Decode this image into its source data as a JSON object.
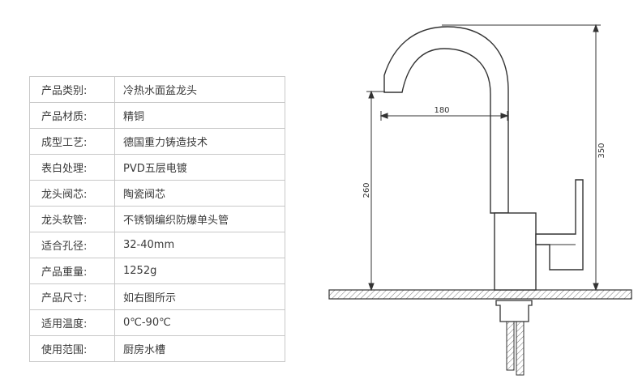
{
  "specs": [
    {
      "label": "产品类别:",
      "value": "冷热水面盆龙头"
    },
    {
      "label": "产品材质:",
      "value": "精铜"
    },
    {
      "label": "成型工艺:",
      "value": "德国重力铸造技术"
    },
    {
      "label": "表白处理:",
      "value": "PVD五层电镀"
    },
    {
      "label": "龙头阀芯:",
      "value": "陶瓷阀芯"
    },
    {
      "label": "龙头软管:",
      "value": "不锈钢编织防爆单头管"
    },
    {
      "label": "适合孔径:",
      "value": "32-40mm"
    },
    {
      "label": "产品重量:",
      "value": "1252g"
    },
    {
      "label": "产品尺寸:",
      "value": "如右图所示"
    },
    {
      "label": "适用温度:",
      "value": "0℃-90℃"
    },
    {
      "label": "使用范围:",
      "value": "厨房水槽"
    }
  ],
  "dimensions": {
    "spout_reach": "180",
    "spout_height": "260",
    "total_height": "350"
  }
}
